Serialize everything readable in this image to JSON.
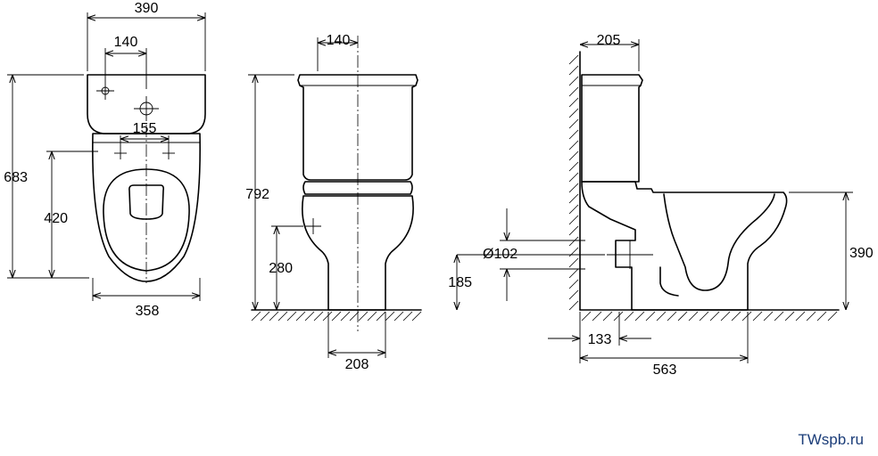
{
  "dimensions": {
    "top_view": {
      "overall_width": "390",
      "tank_holes_spacing": "140",
      "seat_holes_spacing": "155",
      "overall_length": "683",
      "bowl_length": "420",
      "bowl_width": "358"
    },
    "front_view": {
      "tank_holes_spacing": "140",
      "overall_height": "792",
      "inlet_height": "280",
      "base_width": "208"
    },
    "side_view": {
      "tank_depth": "205",
      "outlet_diameter": "Ø102",
      "outlet_height": "185",
      "rim_height": "390",
      "wall_to_fixing": "133",
      "overall_depth": "563"
    }
  },
  "watermark": "TWspb.ru"
}
